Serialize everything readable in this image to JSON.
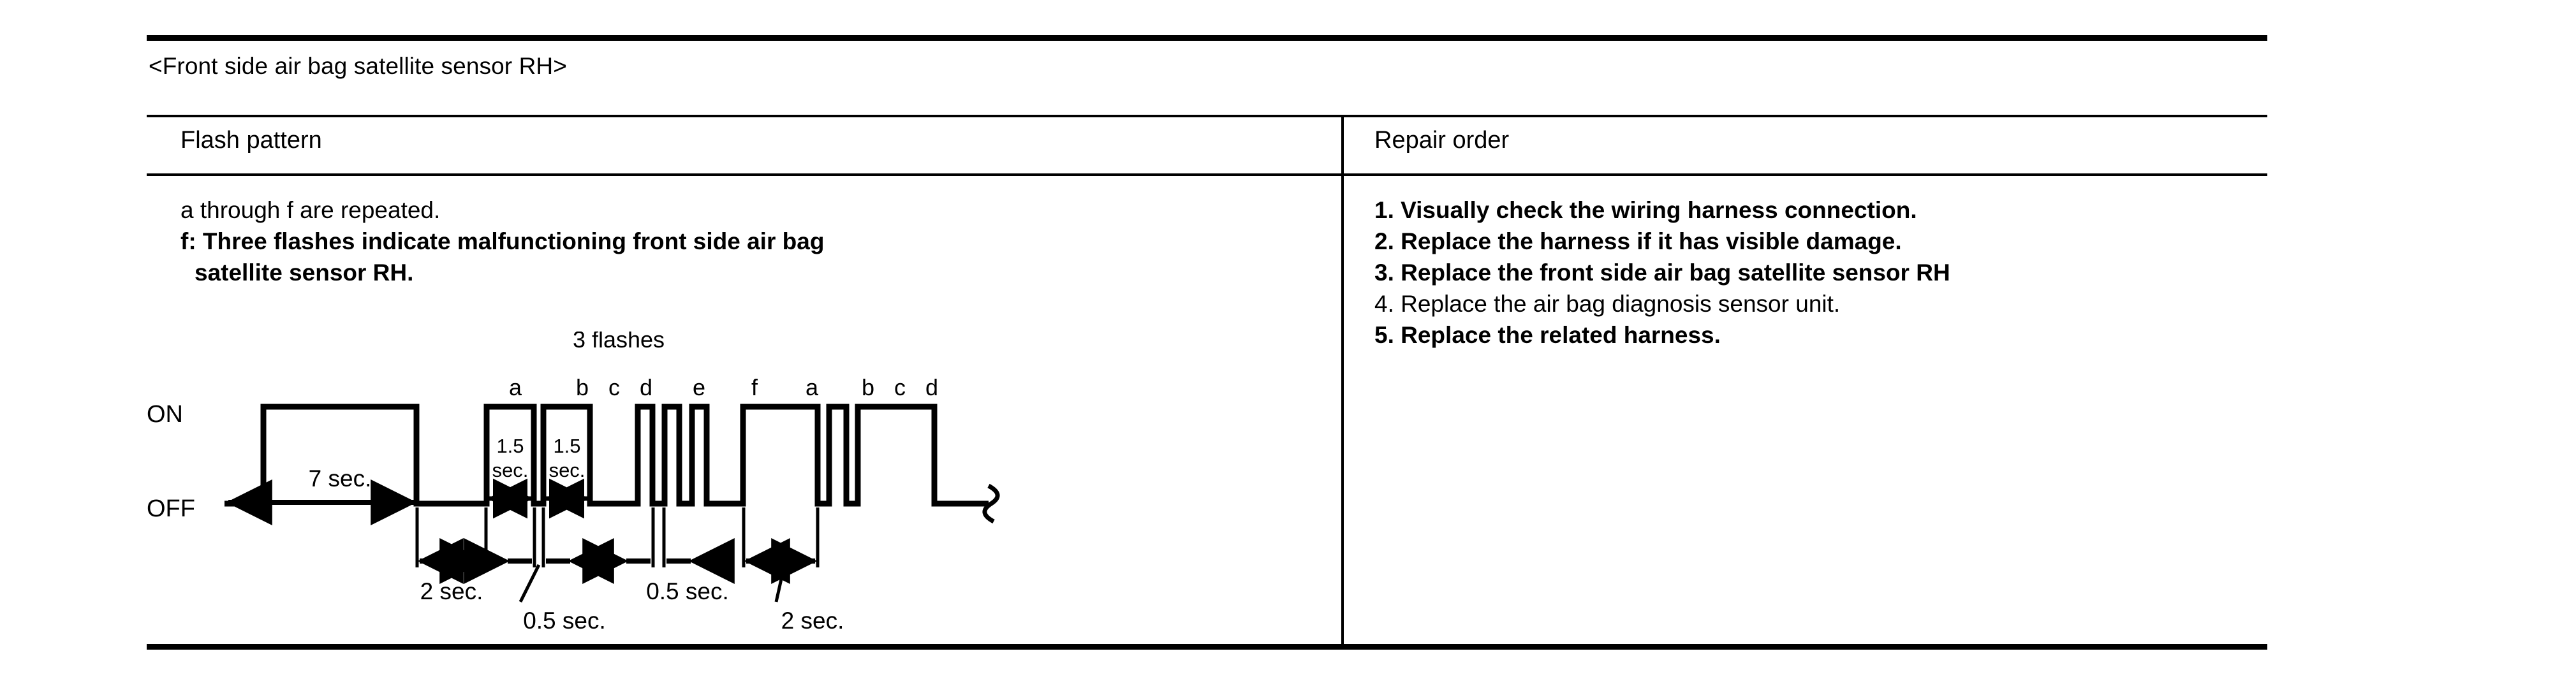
{
  "section": {
    "title": "<Front side air bag satellite sensor RH>"
  },
  "table": {
    "headers": {
      "flash_pattern": "Flash pattern",
      "repair_order": "Repair order"
    },
    "flash_pattern_cell": {
      "lines": [
        "a through f are repeated.",
        "f: Three flashes indicate malfunctioning front side air bag",
        "satellite sensor RH."
      ]
    },
    "repair_order_cell": {
      "items": [
        "1. Visually check the wiring harness connection.",
        "2. Replace the harness if it has visible damage.",
        "3. Replace the front side air bag satellite sensor RH",
        "4. Replace the air bag diagnosis sensor unit.",
        "5. Replace the related harness."
      ]
    }
  },
  "chart_data": {
    "type": "line",
    "title": "Flash pattern timing diagram",
    "subtitle": "3 flashes",
    "ylabel": "",
    "xlabel": "",
    "axis_labels": {
      "high": "ON",
      "low": "OFF"
    },
    "annotation_above": "3 flashes",
    "pulse_labels": [
      "a",
      "b",
      "c",
      "d",
      "e",
      "f",
      "a",
      "b",
      "c",
      "d"
    ],
    "inline_durations": [
      {
        "value": "1.5",
        "unit": "sec.",
        "pulse": "b"
      },
      {
        "value": "1.5",
        "unit": "sec.",
        "pulse": "d"
      }
    ],
    "durations": [
      {
        "label": "7 sec.",
        "seconds": 7,
        "position": "inside-first-pulse"
      },
      {
        "label": "2 sec.",
        "seconds": 2,
        "position": "gap-a-to-b"
      },
      {
        "label": "0.5 sec.",
        "seconds": 0.5,
        "position": "gap-b-to-c-leader"
      },
      {
        "label": "0.5 sec.",
        "seconds": 0.5,
        "position": "gap-e-flashes"
      },
      {
        "label": "2 sec.",
        "seconds": 2,
        "position": "gap-f-to-a-leader"
      }
    ],
    "waveform": {
      "states": [
        "OFF",
        "ON",
        "OFF",
        "ON",
        "OFF",
        "ON",
        "OFF",
        "ON",
        "OFF",
        "ON",
        "OFF",
        "ON",
        "OFF",
        "ON",
        "OFF",
        "ON",
        "OFF",
        "ON",
        "OFF",
        "ON",
        "OFF"
      ],
      "continuation": true
    }
  }
}
